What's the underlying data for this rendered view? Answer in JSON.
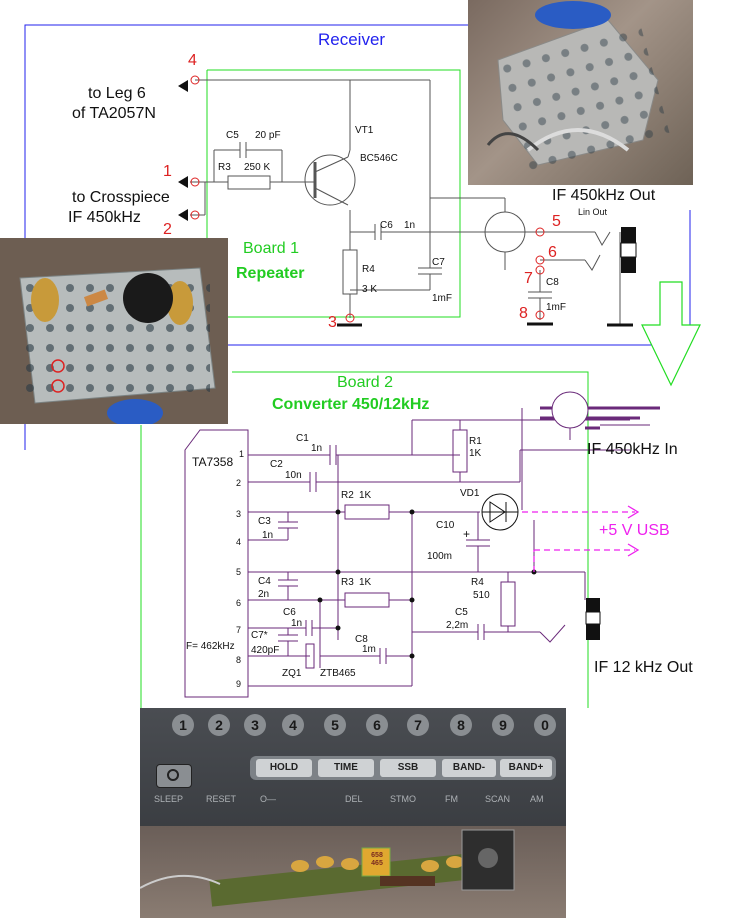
{
  "receiver": {
    "title": "Receiver"
  },
  "board1": {
    "title": "Board 1",
    "subtitle": "Repeater",
    "to_leg_line1": "to Leg 6",
    "to_leg_line2": "of TA2057N",
    "to_crosspiece_line1": "to Crosspiece",
    "to_crosspiece_line2": "IF 450kHz",
    "vt1": "VT1",
    "vt1_part": "BC546C",
    "c5": "C5",
    "c5_val": "20 pF",
    "r3": "R3",
    "r3_val": "250 K",
    "c6": "C6",
    "c6_val": "1n",
    "r4": "R4",
    "r4_val": "3 K",
    "c7": "C7",
    "c7_val": "1mF",
    "c8": "C8",
    "c8_val": "1mF",
    "if_out_label": "IF 450kHz Out",
    "lin_out": "Lin Out",
    "terminals": [
      "1",
      "2",
      "3",
      "4",
      "5",
      "6",
      "7",
      "8"
    ]
  },
  "board2": {
    "title": "Board 2",
    "subtitle": "Converter 450/12kHz",
    "ic": "TA7358",
    "pins": [
      "1",
      "2",
      "3",
      "4",
      "5",
      "6",
      "7",
      "8",
      "9"
    ],
    "freq": "F= 462kHz",
    "c1": "C1",
    "c1_val": "1n",
    "c2": "C2",
    "c2_val": "10n",
    "c3": "C3",
    "c3_val": "1n",
    "c4": "C4",
    "c4_val": "2n",
    "c6": "C6",
    "c6_val": "1n",
    "c7": "C7*",
    "c7_val": "420pF",
    "c8": "C8",
    "c8_val": "1m",
    "zq1": "ZQ1",
    "zq1_part": "ZTB465",
    "r1": "R1",
    "r1_val": "1K",
    "r2": "R2",
    "r2_val": "1K",
    "r3": "R3",
    "r3_val": "1K",
    "r4": "R4",
    "r4_val": "510",
    "vd1": "VD1",
    "c10": "C10",
    "c10_plus": "+",
    "c10_val": "100m",
    "c5": "C5",
    "c5_val": "2,2m",
    "if_in_label": "IF 450kHz In",
    "usb_label": "+5 V USB",
    "if12_label": "IF 12 kHz Out"
  },
  "radio_panel": {
    "keys": [
      "1",
      "2",
      "3",
      "4",
      "5",
      "6",
      "7",
      "8",
      "9",
      "0"
    ],
    "buttons": [
      "HOLD",
      "TIME",
      "SSB",
      "BAND-",
      "BAND+"
    ],
    "bottom_labels": [
      "SLEEP",
      "RESET",
      "O—",
      "DEL",
      "STMO",
      "FM",
      "SCAN",
      "AM"
    ],
    "chip_text": "658 465"
  },
  "colors": {
    "receiver_frame": "#2222ee",
    "board_frame": "#22dd22",
    "board_text": "#22cc22",
    "terminal_red": "#dd2222",
    "wire": "#6a2a7a",
    "usb": "#ee22ee",
    "board1_wire": "#555555"
  }
}
